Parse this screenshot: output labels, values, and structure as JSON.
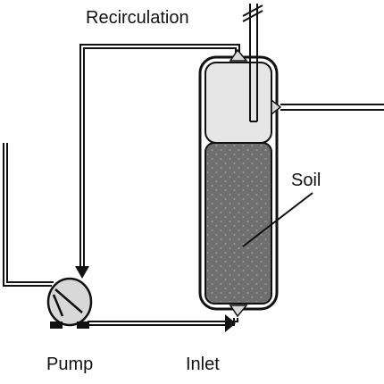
{
  "labels": {
    "recirculation": "Recirculation",
    "soil": "Soil",
    "pump": "Pump",
    "inlet": "Inlet"
  },
  "colors": {
    "line": "#111111",
    "headspace": "#e6e6e6",
    "soil": "#6f6f6f",
    "soil_dots": "#9a9a9a",
    "pump_body": "#d8d8d8"
  }
}
